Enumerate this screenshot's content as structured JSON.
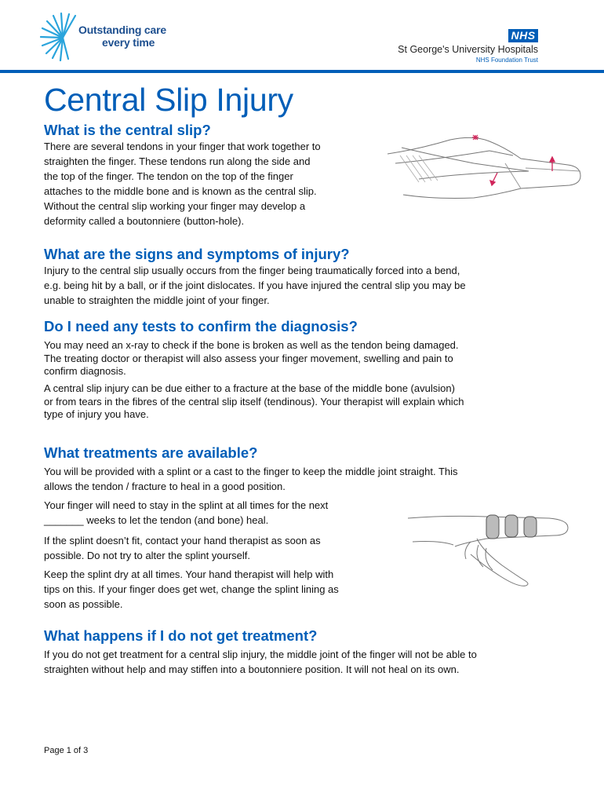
{
  "header": {
    "tagline_line1": "Outstanding care",
    "tagline_line2": "every time",
    "nhs_badge": "NHS",
    "trust_name": "St George's University Hospitals",
    "trust_sub": "NHS Foundation Trust",
    "brand_color": "#005eb8"
  },
  "title": "Central Slip Injury",
  "sections": {
    "s1": {
      "heading": "What is the central slip?",
      "lines": [
        "There are several tendons in your finger that work together to",
        "straighten the finger. These tendons run along the side and",
        "the top of the finger. The tendon on the top of the finger",
        "attaches to the middle bone and is known as the central slip.",
        "Without the central slip working your finger may develop a",
        "deformity called a boutonniere (button-hole)."
      ]
    },
    "s2": {
      "heading": "What are the signs and symptoms of injury?",
      "lines": [
        "Injury to the central slip usually occurs from the finger being traumatically forced into a bend,",
        "e.g. being hit by a ball, or if the joint dislocates. If you have injured the central slip you may be",
        "unable to straighten the middle joint of your finger."
      ]
    },
    "s3": {
      "heading": "Do I need any tests to confirm the diagnosis?",
      "para1": [
        "You may need an x-ray to check if the bone is broken as well as the tendon being damaged.",
        "The treating doctor or therapist will also assess your finger movement, swelling and pain to",
        "confirm diagnosis."
      ],
      "para2": [
        "A central slip injury can be due either to a fracture at the base of the middle bone (avulsion)",
        "or from tears in the fibres of the central slip itself (tendinous). Your therapist will explain which",
        "type of injury you have."
      ]
    },
    "s4": {
      "heading": "What treatments are available?",
      "para1": [
        "You will be provided with a splint or a cast to the finger to keep the middle joint straight. This",
        "allows the tendon / fracture to heal in a good position."
      ],
      "para2": [
        "Your finger will need to stay in the splint at all times for the next",
        "_______ weeks to let the tendon (and bone) heal."
      ],
      "para3": [
        "If the splint doesn’t fit, contact your hand therapist as soon as",
        "possible. Do not try to alter the splint yourself."
      ],
      "para4": [
        "Keep the splint dry at all times. Your hand therapist will help with",
        "tips on this. If your finger does get wet, change the splint lining as",
        "soon as possible."
      ]
    },
    "s5": {
      "heading": "What happens if I do not get treatment?",
      "lines": [
        "If you do not get treatment for a central slip injury, the middle joint of the finger will not be able to",
        "straighten without help and may stiffen into a boutonniere position. It will not heal on its own."
      ]
    }
  },
  "footer": {
    "page": "Page 1 of 3"
  }
}
